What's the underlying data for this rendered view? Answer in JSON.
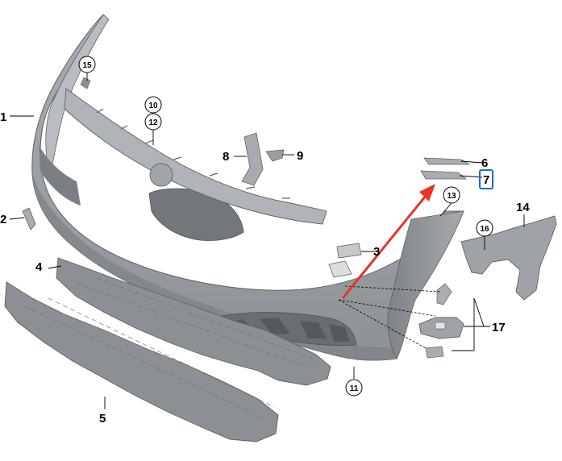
{
  "diagram": {
    "part_labels": {
      "p1": "1",
      "p2": "2",
      "p3": "3",
      "p4": "4",
      "p5": "5",
      "p6": "6",
      "p7": "7",
      "p8": "8",
      "p9": "9",
      "p14": "14",
      "p17": "17"
    },
    "circled_labels": {
      "c10": "10",
      "c11": "11",
      "c12": "12",
      "c13": "13",
      "c15": "15",
      "c16": "16"
    },
    "highlighted_label": "7",
    "colors": {
      "part_fill": "#9a9ea3",
      "part_dark": "#6f7378",
      "part_light": "#c3c6ca",
      "arrow": "#e8342a",
      "highlight": "#1a66d9"
    }
  }
}
